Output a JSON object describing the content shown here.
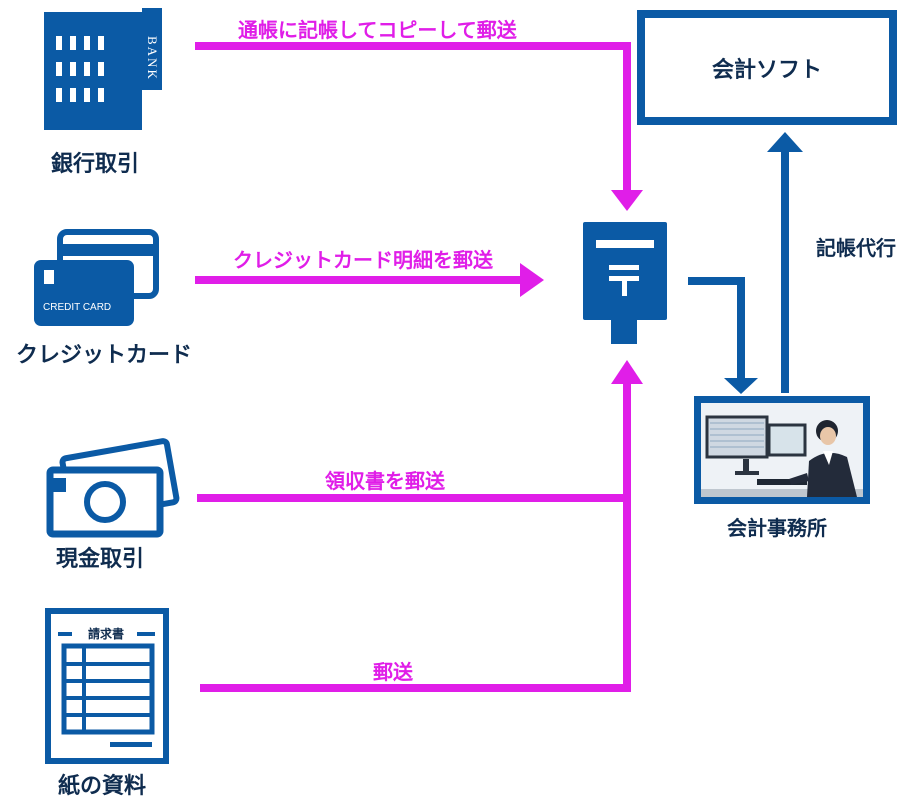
{
  "sources": {
    "bank": {
      "label": "銀行取引",
      "icon_text": "BANK"
    },
    "credit": {
      "label": "クレジットカード",
      "icon_text": "CREDIT CARD"
    },
    "cash": {
      "label": "現金取引"
    },
    "paper": {
      "label": "紙の資料",
      "icon_text": "請求書"
    }
  },
  "flows": {
    "bank": "通帳に記帳してコピーして郵送",
    "credit": "クレジットカード明細を郵送",
    "cash": "領収書を郵送",
    "paper": "郵送"
  },
  "software": {
    "label": "会計ソフト"
  },
  "office": {
    "label": "会計事務所"
  },
  "bookkeeping": {
    "label": "記帳代行"
  },
  "colors": {
    "blue": "#0b5aa5",
    "magenta": "#e01ee8",
    "dark_text": "#0f2c4f"
  }
}
